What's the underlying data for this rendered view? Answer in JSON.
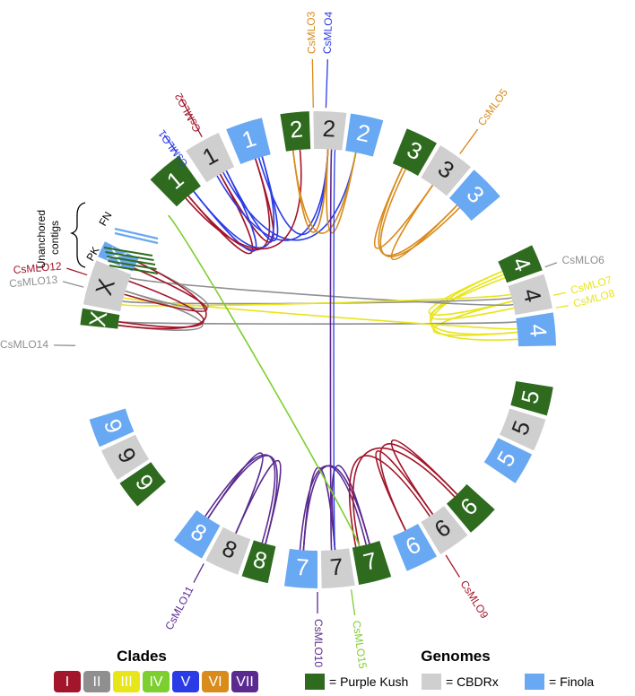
{
  "colors": {
    "purple_kush": "#2e6b1f",
    "cbdrx": "#cfcfcf",
    "finola": "#69a8f2",
    "ring_text_dark": "#222222",
    "ring_text_light": "#ffffff"
  },
  "segments": [
    {
      "label": "1",
      "genome": "purple_kush"
    },
    {
      "label": "1",
      "genome": "cbdrx"
    },
    {
      "label": "1",
      "genome": "finola"
    },
    {
      "label": "2",
      "genome": "purple_kush"
    },
    {
      "label": "2",
      "genome": "cbdrx"
    },
    {
      "label": "2",
      "genome": "finola"
    },
    {
      "label": "3",
      "genome": "purple_kush"
    },
    {
      "label": "3",
      "genome": "cbdrx"
    },
    {
      "label": "3",
      "genome": "finola"
    },
    {
      "label": "4",
      "genome": "purple_kush"
    },
    {
      "label": "4",
      "genome": "cbdrx"
    },
    {
      "label": "4",
      "genome": "finola"
    },
    {
      "label": "5",
      "genome": "purple_kush"
    },
    {
      "label": "5",
      "genome": "cbdrx"
    },
    {
      "label": "5",
      "genome": "finola"
    },
    {
      "label": "6",
      "genome": "purple_kush"
    },
    {
      "label": "6",
      "genome": "cbdrx"
    },
    {
      "label": "6",
      "genome": "finola"
    },
    {
      "label": "7",
      "genome": "purple_kush"
    },
    {
      "label": "7",
      "genome": "cbdrx"
    },
    {
      "label": "7",
      "genome": "finola"
    },
    {
      "label": "8",
      "genome": "purple_kush"
    },
    {
      "label": "8",
      "genome": "cbdrx"
    },
    {
      "label": "8",
      "genome": "finola"
    },
    {
      "label": "9",
      "genome": "purple_kush"
    },
    {
      "label": "9",
      "genome": "cbdrx"
    },
    {
      "label": "9",
      "genome": "finola"
    },
    {
      "label": "X",
      "genome": "purple_kush"
    },
    {
      "label": "X",
      "genome": "cbdrx"
    },
    {
      "label": "X",
      "genome": "finola"
    }
  ],
  "unanchored": {
    "title_line1": "Unanchored",
    "title_line2": "contigs",
    "fn_label": "FN",
    "pk_label": "PK"
  },
  "genes": [
    {
      "name": "CsMLO1",
      "clade": "V"
    },
    {
      "name": "CsMLO2",
      "clade": "I"
    },
    {
      "name": "CsMLO3",
      "clade": "VI"
    },
    {
      "name": "CsMLO4",
      "clade": "V"
    },
    {
      "name": "CsMLO5",
      "clade": "VI"
    },
    {
      "name": "CsMLO6",
      "clade": "II"
    },
    {
      "name": "CsMLO7",
      "clade": "III"
    },
    {
      "name": "CsMLO8",
      "clade": "III"
    },
    {
      "name": "CsMLO9",
      "clade": "I"
    },
    {
      "name": "CsMLO10",
      "clade": "VII"
    },
    {
      "name": "CsMLO11",
      "clade": "VII"
    },
    {
      "name": "CsMLO12",
      "clade": "I"
    },
    {
      "name": "CsMLO13",
      "clade": "II"
    },
    {
      "name": "CsMLO14",
      "clade": "II"
    },
    {
      "name": "CsMLO15",
      "clade": "IV"
    }
  ],
  "clade_colors": {
    "I": "#a3152a",
    "II": "#8f8f8f",
    "III": "#e8e51a",
    "IV": "#7ccf2e",
    "V": "#2b3ce6",
    "VI": "#d98b1c",
    "VII": "#5a2a91"
  },
  "legend": {
    "clades_title": "Clades",
    "clades": [
      "I",
      "II",
      "III",
      "IV",
      "V",
      "VI",
      "VII"
    ],
    "genomes_title": "Genomes",
    "genomes": [
      {
        "key": "purple_kush",
        "label": "= Purple Kush"
      },
      {
        "key": "cbdrx",
        "label": "= CBDRx"
      },
      {
        "key": "finola",
        "label": "= Finola"
      }
    ]
  }
}
